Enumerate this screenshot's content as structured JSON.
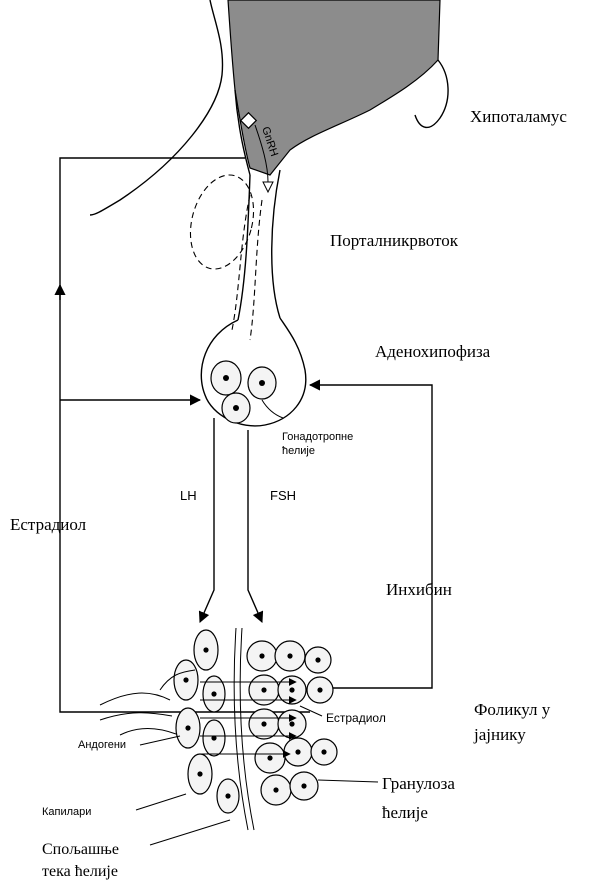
{
  "labels": {
    "hypothalamus": "Хипоталамус",
    "portal": "Порталникрвоток",
    "adenohypophysis": "Аденохипофиза",
    "gonadotropic_1": "Гонадотропне",
    "gonadotropic_2": "ћелије",
    "lh": "LH",
    "fsh": "FSH",
    "estradiol_left": "Естрадиол",
    "inhibin": "Инхибин",
    "follicle_1": "Фоликул у",
    "follicle_2": "јајнику",
    "estradiol_inner": "Естрадиол",
    "androgens": "Андогени",
    "granulosa_1": "Гранулоза",
    "granulosa_2": "ћелије",
    "capillaries": "Капилари",
    "theca_1": "Спољашње",
    "theca_2": "тека ћелије",
    "gnrh": "GnRH"
  },
  "colors": {
    "hypothalamus_fill": "#8c8c8c",
    "line": "#000000",
    "cell_fill": "#f4f4f4"
  }
}
